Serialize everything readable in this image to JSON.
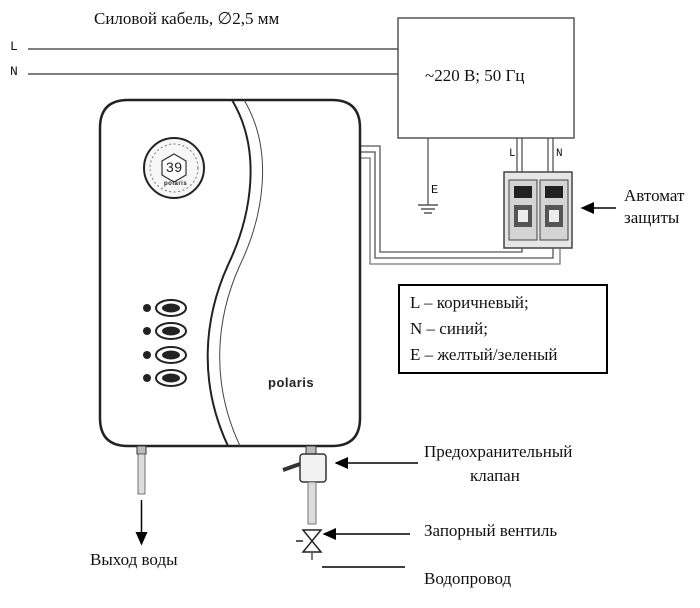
{
  "wires": {
    "cable_label": "Силовой кабель, ∅2,5 мм",
    "l_label": "L",
    "n_label": "N"
  },
  "power": {
    "label": "~220 В; 50 Гц",
    "earth_label": "E"
  },
  "breaker": {
    "label_line1": "Автомат",
    "label_line2": "защиты",
    "pole_left": "L",
    "pole_right": "N"
  },
  "legend": {
    "rows": [
      "L – коричневый;",
      "N – синий;",
      "E – желтый/зеленый"
    ]
  },
  "heater": {
    "display_value": "39",
    "dial_brand": "polaris",
    "brand": "polaris"
  },
  "labels": {
    "safety_valve_line1": "Предохранительный",
    "safety_valve_line2": "клапан",
    "shutoff_valve": "Запорный вентиль",
    "water_out": "Выход воды",
    "water_supply": "Водопровод"
  }
}
